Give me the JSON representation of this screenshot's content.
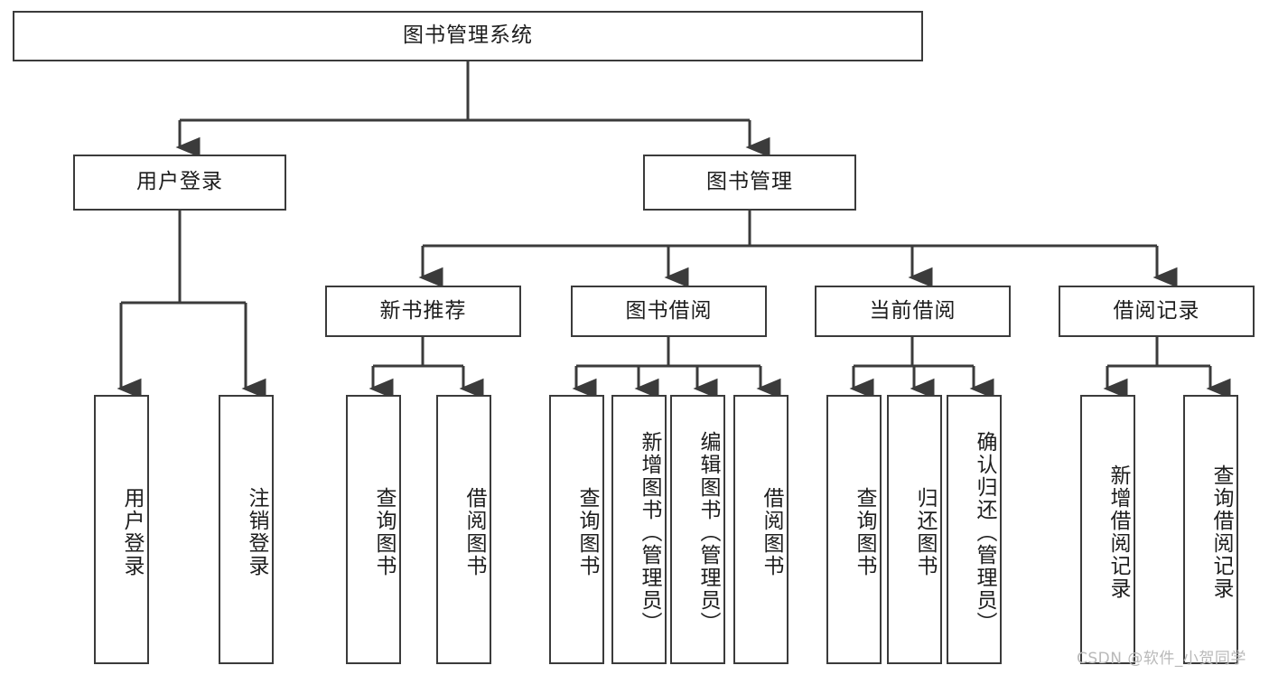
{
  "diagram": {
    "type": "hierarchy-tree",
    "title": "图书管理系统",
    "background_color": "#ffffff",
    "line_color": "#3b3b3b",
    "text_color": "#1d1d1d",
    "watermark": "CSDN @软件_小贺同学",
    "watermark_color": "#b9b9b9"
  },
  "root": {
    "label": "图书管理系统"
  },
  "level1": [
    {
      "label": "用户登录"
    },
    {
      "label": "图书管理"
    }
  ],
  "level2": [
    {
      "label": "新书推荐"
    },
    {
      "label": "图书借阅"
    },
    {
      "label": "当前借阅"
    },
    {
      "label": "借阅记录"
    }
  ],
  "leaves": {
    "user_login": [
      {
        "label": "用户登录"
      },
      {
        "label": "注销登录"
      }
    ],
    "new_book_recommend": [
      {
        "label": "查询图书"
      },
      {
        "label": "借阅图书"
      }
    ],
    "book_borrow": [
      {
        "label": "查询图书"
      },
      {
        "label": "新增图书（管理员）"
      },
      {
        "label": "编辑图书（管理员）"
      },
      {
        "label": "借阅图书"
      }
    ],
    "current_borrow": [
      {
        "label": "查询图书"
      },
      {
        "label": "归还图书"
      },
      {
        "label": "确认归还（管理员）"
      }
    ],
    "borrow_record": [
      {
        "label": "新增借阅记录"
      },
      {
        "label": "查询借阅记录"
      }
    ]
  }
}
